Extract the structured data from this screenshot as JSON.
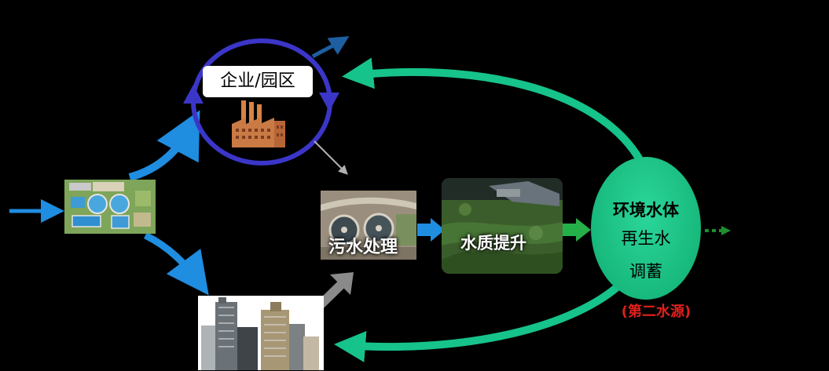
{
  "nodes": {
    "enterprise_label": "企业/园区",
    "wastewater_label": "污水处理",
    "water_quality_label": "水质提升",
    "env_water_title": "环境水体",
    "env_water_sub1": "再生水",
    "env_water_sub2": "调蓄",
    "second_source_label": "(第二水源)"
  },
  "icons": {
    "factory": "factory-icon",
    "city_buildings": "city-buildings-icon",
    "treatment_plant_aerial": "treatment-plant-aerial-icon",
    "settling_tanks": "settling-tanks-icon",
    "wetland": "wetland-icon"
  },
  "colors": {
    "background": "#000000",
    "blue_arrow": "#1f8de0",
    "cycle_ring": "#3b36c8",
    "teal_arrow": "#16c38b",
    "green_arrow": "#26b04a",
    "grey_arrow": "#8a8a8a",
    "red_label": "#e0201b"
  }
}
